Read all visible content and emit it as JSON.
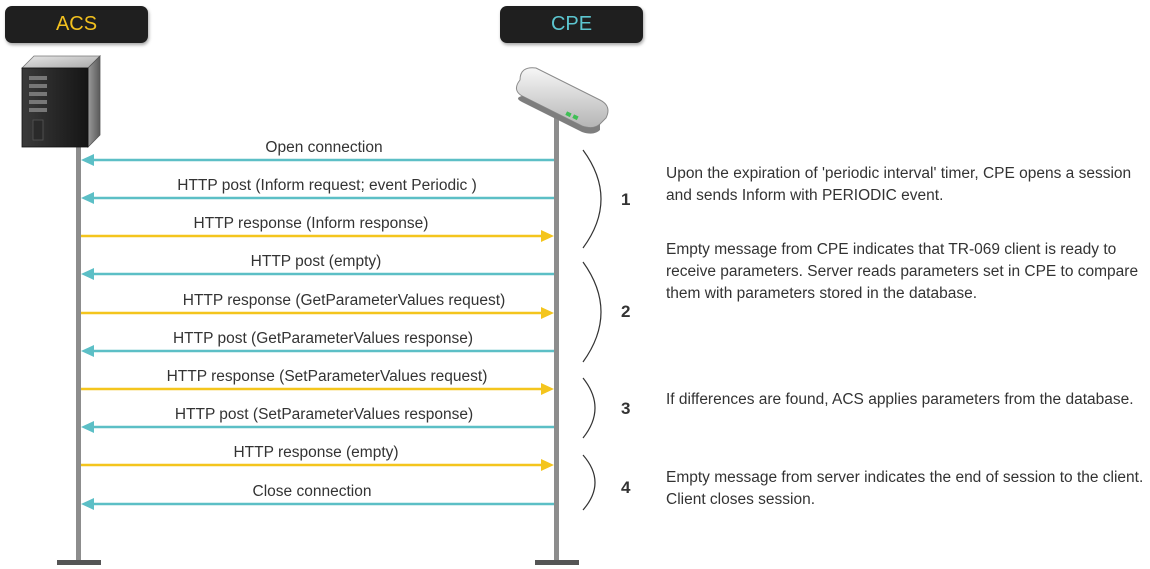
{
  "participants": {
    "left": "ACS",
    "right": "CPE"
  },
  "colors": {
    "acs_label": "#f2c01e",
    "cpe_label": "#5cc6d0",
    "to_acs_arrow": "#5cbfc6",
    "to_cpe_arrow": "#f4c51d",
    "lifeline": "#8d8d8d"
  },
  "messages": [
    {
      "label": "Open connection",
      "direction": "to_acs"
    },
    {
      "label": "HTTP post (Inform request; event Periodic )",
      "direction": "to_acs"
    },
    {
      "label": "HTTP response  (Inform response)",
      "direction": "to_cpe"
    },
    {
      "label": "HTTP post (empty)",
      "direction": "to_acs"
    },
    {
      "label": "HTTP response  (GetParameterValues request)",
      "direction": "to_cpe"
    },
    {
      "label": "HTTP post (GetParameterValues response)",
      "direction": "to_acs"
    },
    {
      "label": "HTTP response  (SetParameterValues request)",
      "direction": "to_cpe"
    },
    {
      "label": "HTTP post (SetParameterValues response)",
      "direction": "to_acs"
    },
    {
      "label": "HTTP response (empty)",
      "direction": "to_cpe"
    },
    {
      "label": "Close connection",
      "direction": "to_acs"
    }
  ],
  "steps": [
    {
      "number": "1",
      "text": "Upon the expiration of 'periodic interval' timer, CPE opens a session and sends Inform with PERIODIC event."
    },
    {
      "number": "2",
      "text": "Empty message from CPE indicates that TR-069 client is ready to receive parameters. Server reads parameters set in CPE to compare them with parameters stored in the database."
    },
    {
      "number": "3",
      "text": "If differences are found, ACS applies parameters from the database."
    },
    {
      "number": "4",
      "text": "Empty message from server indicates the end of session to the client. Client closes session."
    }
  ]
}
